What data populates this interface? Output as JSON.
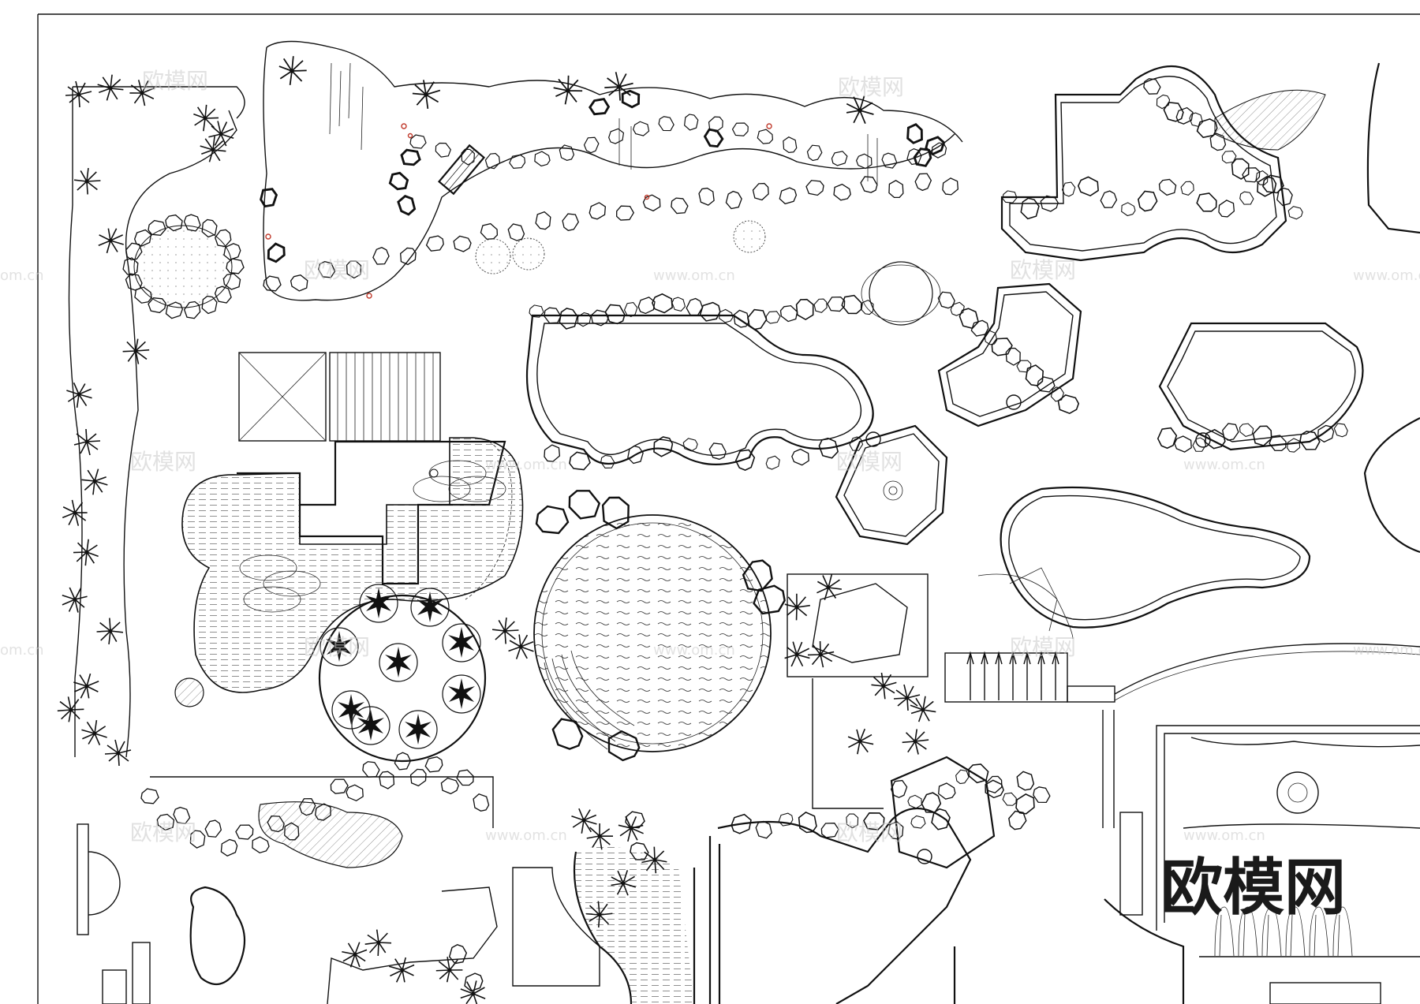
{
  "watermark": {
    "brand": "欧模网",
    "url": "www.om.cn",
    "url_short": "om.cn"
  },
  "logo": {
    "text": "欧模网"
  },
  "colors": {
    "ink": "#111111",
    "watermark": "#c9c9c9",
    "accent_red": "#c0392b"
  }
}
